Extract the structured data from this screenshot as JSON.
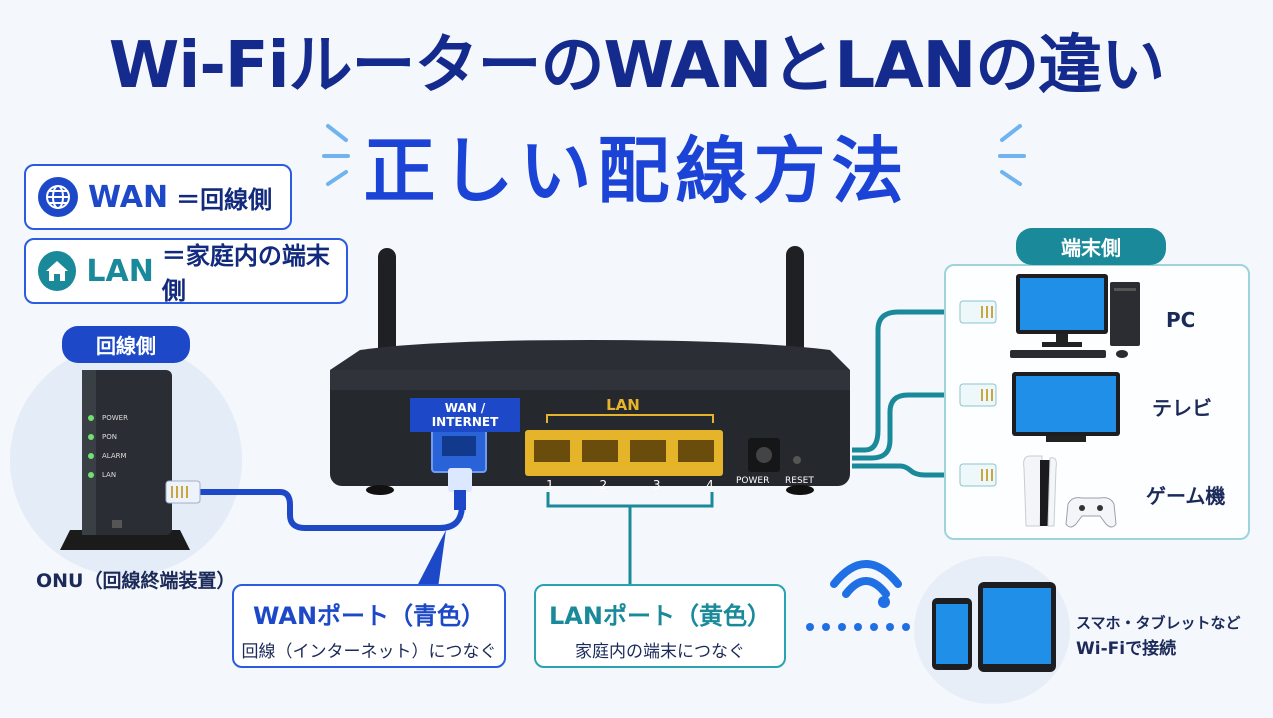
{
  "title": {
    "line1": "Wi-FiルーターのWANとLANの違い",
    "line2": "正しい配線方法"
  },
  "legend": {
    "wan": {
      "main": "WAN",
      "rest": "＝回線側",
      "icon": "globe-icon"
    },
    "lan": {
      "main": "LAN",
      "rest": "＝家庭内の端末側",
      "icon": "home-icon"
    }
  },
  "onu": {
    "badge": "回線側",
    "leds": [
      "POWER",
      "PON",
      "ALARM",
      "LAN"
    ],
    "caption": "ONU（回線終端装置）"
  },
  "router": {
    "wan_label": "WAN / INTERNET",
    "lan_label": "LAN",
    "lan_ports": [
      "1",
      "2",
      "3",
      "4"
    ],
    "power_label": "POWER",
    "reset_label": "RESET"
  },
  "terminals": {
    "badge": "端末側",
    "devices": [
      "PC",
      "テレビ",
      "ゲーム機"
    ]
  },
  "callouts": {
    "wan": {
      "heading": "WANポート（青色）",
      "text": "回線（インターネット）につなぐ"
    },
    "lan": {
      "heading": "LANポート（黄色）",
      "text": "家庭内の端末につなぐ"
    }
  },
  "wifi": {
    "line1": "スマホ・タブレットなど",
    "line2": "Wi-Fiで接続"
  },
  "colors": {
    "title_dark": "#142a8c",
    "title_blue": "#1b43d6",
    "wan_blue": "#1d49c9",
    "lan_yellow": "#e6b42a",
    "teal": "#1a8a9a"
  }
}
